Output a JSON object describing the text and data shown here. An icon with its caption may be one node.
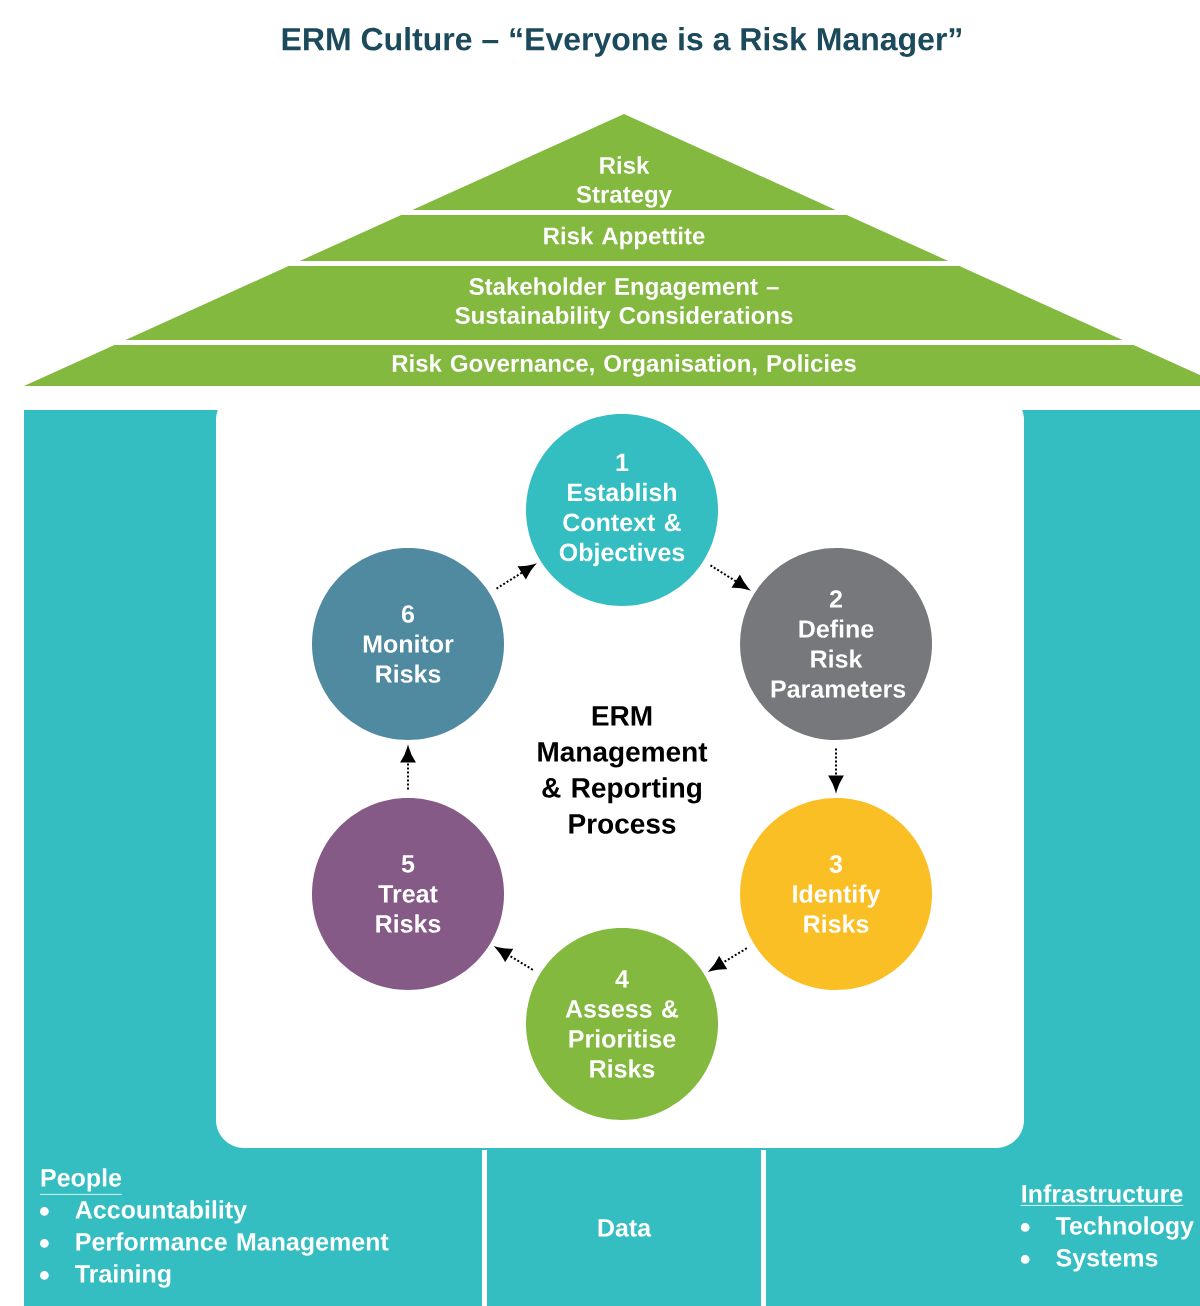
{
  "diagram": {
    "title": "ERM Culture – “Everyone is a Risk Manager”",
    "nodes": [
      {
        "text": [
          "Risk Strategy"
        ]
      },
      {
        "text": [
          "Risk Appettite"
        ]
      },
      {
        "text": [
          "Stakeholder Engagement – Sustainability Considerations"
        ]
      },
      {
        "text": [
          "Risk Governance, Organisation, Policies"
        ]
      },
      {
        "text": [
          "1",
          "Establish Context & Objectives"
        ]
      },
      {
        "text": [
          "2",
          "Define Risk Parameters"
        ]
      },
      {
        "text": [
          "3",
          "Identify Risks"
        ]
      },
      {
        "text": [
          "4",
          "Assess & Prioritise Risks"
        ]
      },
      {
        "text": [
          "5",
          "Treat Risks"
        ]
      },
      {
        "text": [
          "6",
          "Monitor Risks"
        ]
      },
      {
        "text": [
          "ERM Management & Reporting Process"
        ]
      },
      {
        "text": [
          "People",
          "Accountability",
          "Performance Management",
          "Training"
        ]
      },
      {
        "text": [
          "Data"
        ]
      },
      {
        "text": [
          "Infrastructure",
          "Technology",
          "Systems"
        ]
      }
    ],
    "edges": [
      {
        "from": 4,
        "to": 5,
        "arrow": "to"
      },
      {
        "from": 5,
        "to": 6,
        "arrow": "to"
      },
      {
        "from": 6,
        "to": 7,
        "arrow": "to"
      },
      {
        "from": 7,
        "to": 8,
        "arrow": "to"
      },
      {
        "from": 8,
        "to": 9,
        "arrow": "to"
      },
      {
        "from": 9,
        "to": 4,
        "arrow": "to"
      }
    ]
  }
}
